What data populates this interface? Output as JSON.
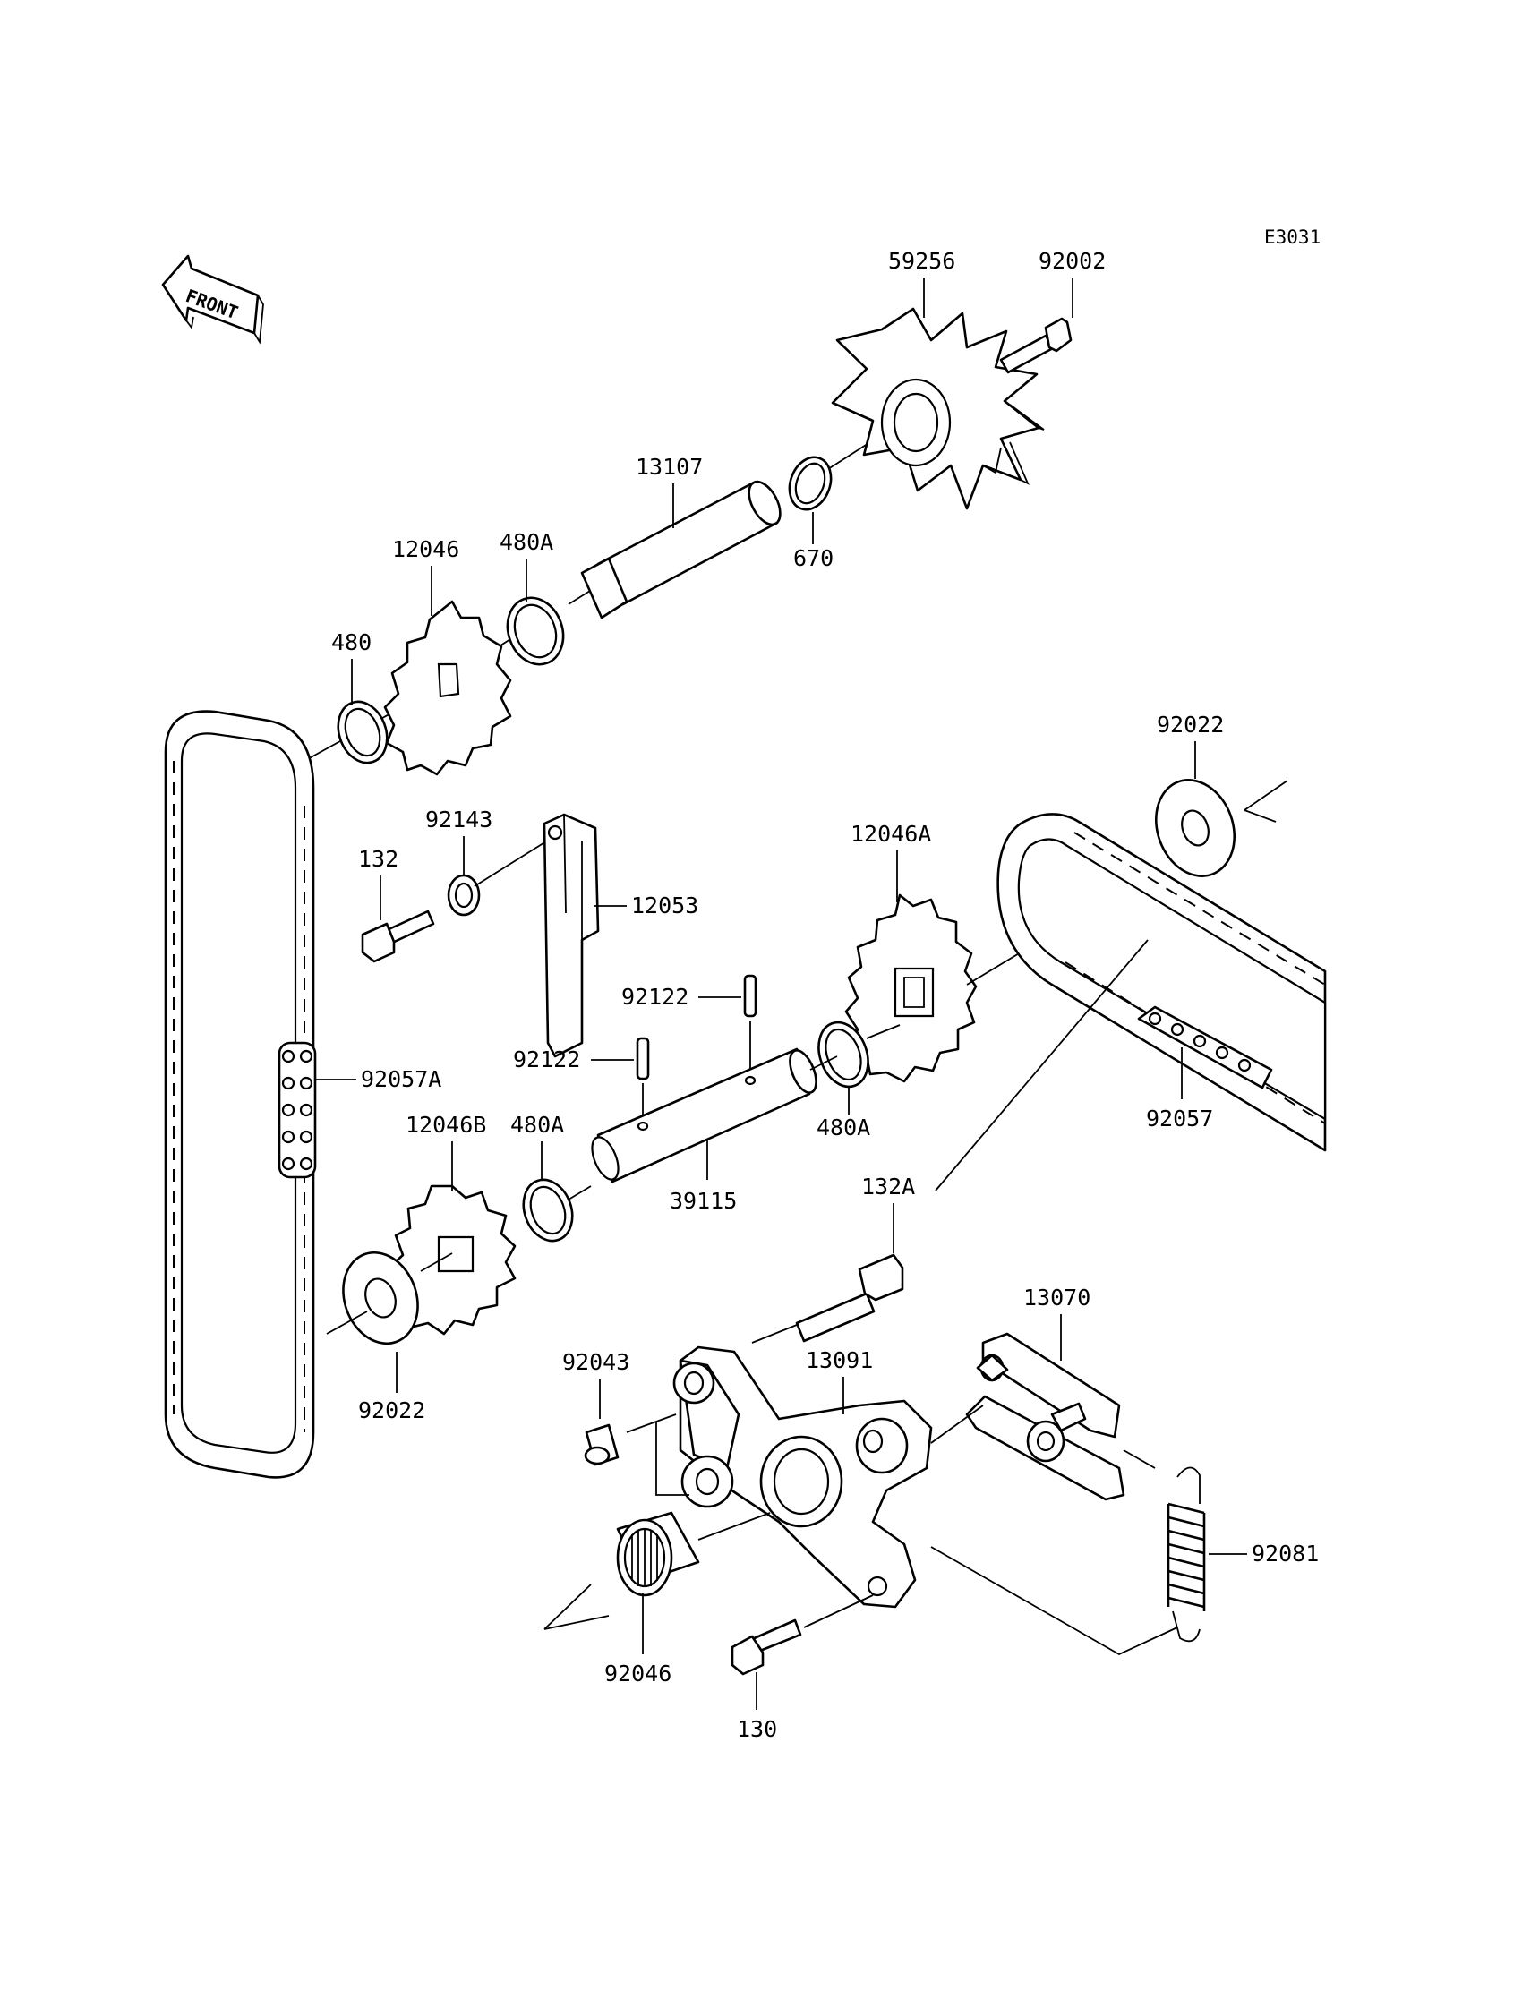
{
  "diagram_code": "E3031",
  "front_arrow": {
    "label": "FRONT",
    "icon": "front-arrow-icon"
  },
  "parts": [
    "59256",
    "92002",
    "13107",
    "670",
    "12046",
    "480A",
    "480",
    "92022",
    "92143",
    "132",
    "12053",
    "12046A",
    "92122",
    "92122",
    "92057A",
    "12046B",
    "480A",
    "39115",
    "480A",
    "92057",
    "132A",
    "13070",
    "92022",
    "92043",
    "13091",
    "92081",
    "92046",
    "130"
  ]
}
